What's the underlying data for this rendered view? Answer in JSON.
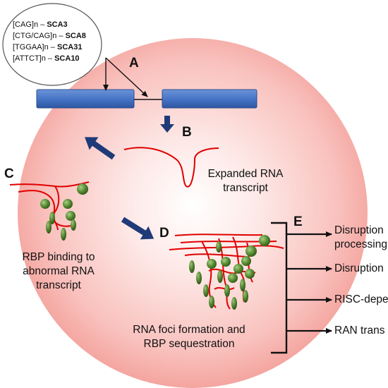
{
  "repeats": [
    {
      "motif": "[CAG]n",
      "sep": " – ",
      "disease": "SCA3"
    },
    {
      "motif": "[CTG/CAG]n",
      "sep": " – ",
      "disease": "SCA8"
    },
    {
      "motif": "[TGGAA]n",
      "sep": " – ",
      "disease": "SCA31"
    },
    {
      "motif": "[ATTCT]n",
      "sep": " – ",
      "disease": "SCA10"
    }
  ],
  "labels": {
    "a": "A",
    "b": "B",
    "c": "C",
    "d": "D",
    "e": "E"
  },
  "captions": {
    "expanded_line1": "Expanded RNA",
    "expanded_line2": "transcript",
    "rbp_line1": "RBP binding to",
    "rbp_line2": "abnormal RNA",
    "rbp_line3": "transcript",
    "foci_line1": "RNA foci formation and",
    "foci_line2": "RBP sequestration"
  },
  "outcomes": {
    "o1_line1": "Disruption",
    "o1_line2": "processing",
    "o2": "Disruption",
    "o3": "RISC-depe",
    "o4": "RAN trans"
  },
  "colors": {
    "background_circle": "#f6a9a4",
    "gene_blue": "#4472c4",
    "rna_red": "#e00000",
    "protein_green": "#4a7a2c",
    "arrow_navy": "#1f3a78"
  }
}
